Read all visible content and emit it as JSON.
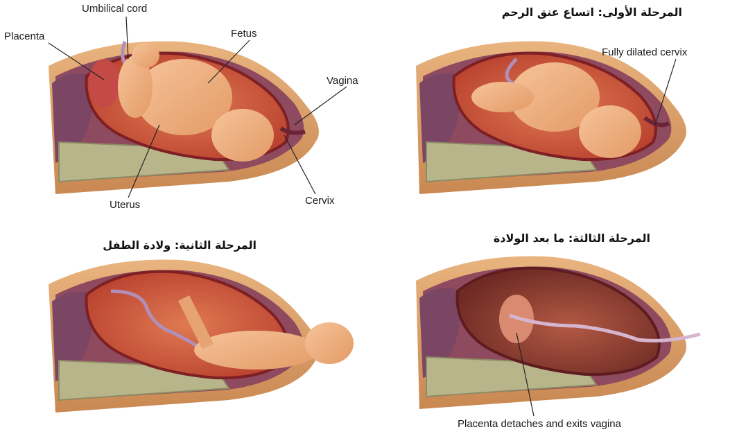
{
  "stages": {
    "stage1": {
      "heading": "المرحلة الأولى: اتساع عنق الرحم",
      "label_cervix": "Fully dilated cervix"
    },
    "stage2": {
      "heading": "المرحلة الثانية: ولادة الطفل"
    },
    "stage3": {
      "heading": "المرحلة الثالثة: ما بعد الولادة",
      "label_placenta": "Placenta detaches and exits vagina"
    }
  },
  "anatomy": {
    "umbilical_cord": "Umbilical cord",
    "placenta": "Placenta",
    "fetus": "Fetus",
    "vagina": "Vagina",
    "uterus": "Uterus",
    "cervix": "Cervix"
  }
}
